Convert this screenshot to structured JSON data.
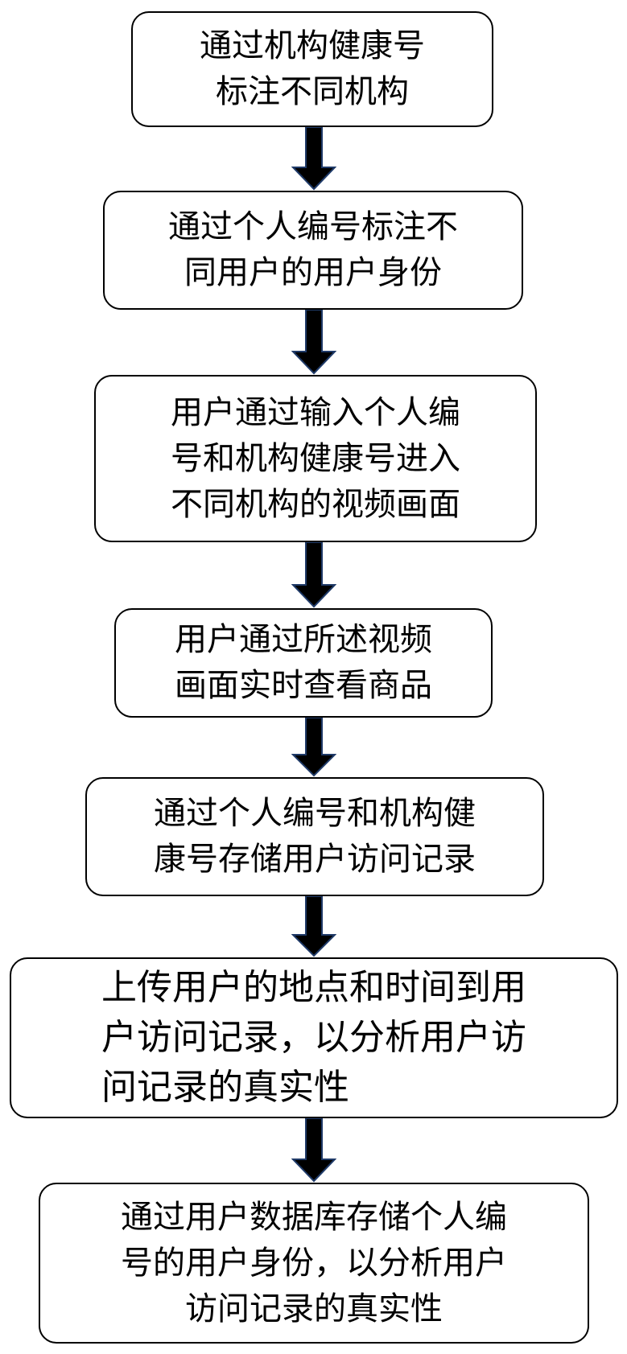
{
  "steps": [
    {
      "lines": [
        "通过机构健康号",
        "标注不同机构"
      ]
    },
    {
      "lines": [
        "通过个人编号标注不",
        "同用户的用户身份"
      ]
    },
    {
      "lines": [
        "用户通过输入个人编",
        "号和机构健康号进入",
        "不同机构的视频画面"
      ]
    },
    {
      "lines": [
        "用户通过所述视频",
        "画面实时查看商品"
      ]
    },
    {
      "lines": [
        "通过个人编号和机构健",
        "康号存储用户访问记录"
      ]
    },
    {
      "lines": [
        "上传用户的地点和时间到用",
        "户访问记录，以分析用户访",
        "问记录的真实性"
      ]
    },
    {
      "lines": [
        "通过用户数据库存储个人编",
        "号的用户身份，以分析用户",
        "访问记录的真实性"
      ]
    }
  ],
  "colors": {
    "border": "#000000",
    "text": "#000000",
    "arrow_fill": "#000000",
    "arrow_stroke": "#1f3a68"
  }
}
